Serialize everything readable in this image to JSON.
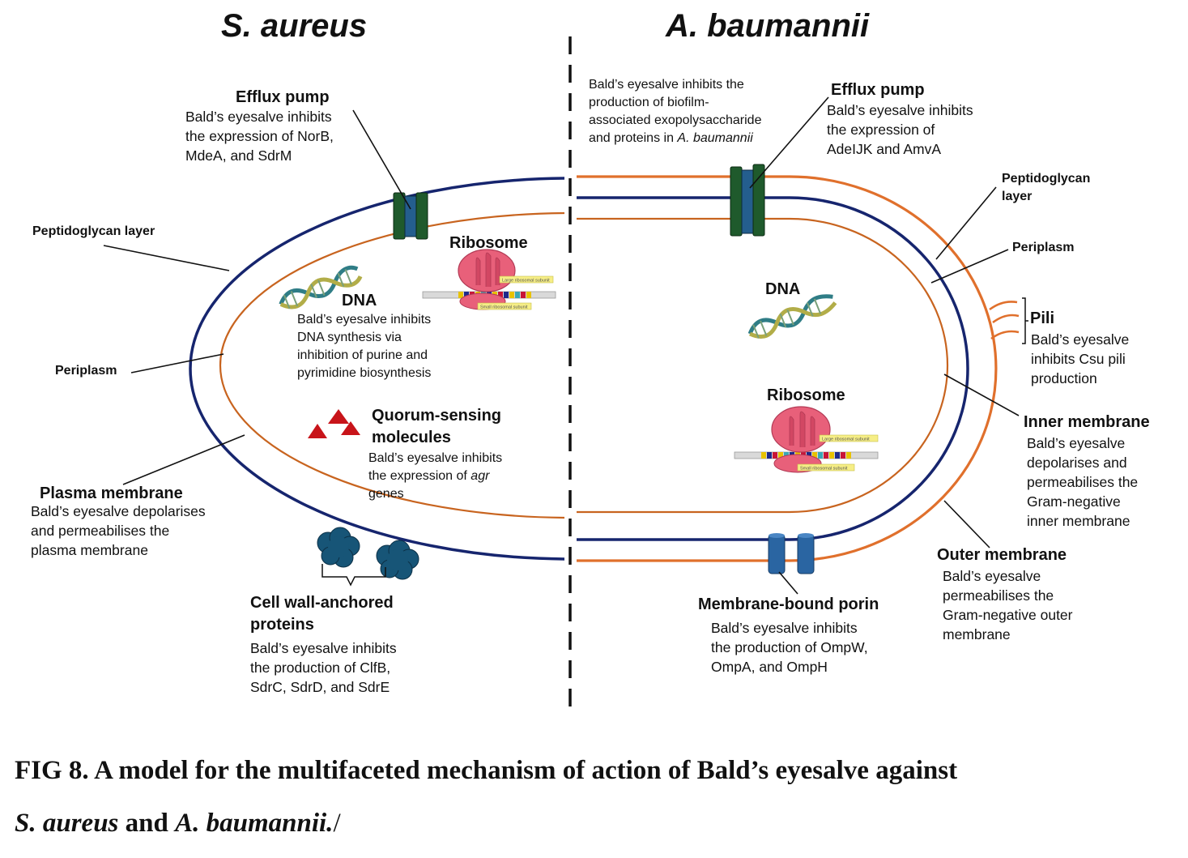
{
  "titles": {
    "left": "S. aureus",
    "right": "A. baumannii"
  },
  "sa": {
    "efflux": {
      "title": "Efflux pump",
      "desc": [
        "Bald’s eyesalve inhibits",
        "the expression of NorB,",
        "MdeA, and SdrM"
      ]
    },
    "ribosome_title": "Ribosome",
    "ribosome_large": "Large ribosomal subunit",
    "ribosome_small": "Small ribosomal subunit",
    "dna": {
      "title": "DNA",
      "desc": [
        "Bald’s eyesalve inhibits",
        "DNA synthesis via",
        "inhibition of purine and",
        "pyrimidine biosynthesis"
      ]
    },
    "quorum": {
      "title": [
        "Quorum-sensing",
        "molecules"
      ],
      "desc_1": "Bald’s eyesalve inhibits",
      "desc_2_pre": "the expression of ",
      "desc_2_em": "agr",
      "desc_3": "genes"
    },
    "peptidoglycan": "Peptidoglycan layer",
    "periplasm": "Periplasm",
    "plasma": {
      "title": "Plasma membrane",
      "desc": [
        "Bald’s eyesalve depolarises",
        "and permeabilises the",
        "plasma membrane"
      ]
    },
    "cwap": {
      "title": [
        "Cell wall-anchored",
        "proteins"
      ],
      "desc": [
        "Bald’s eyesalve inhibits",
        "the production of ClfB,",
        "SdrC, SdrD, and SdrE"
      ]
    }
  },
  "ab": {
    "biofilm": {
      "line1": "Bald’s eyesalve inhibits the",
      "line2": "production of biofilm-",
      "line3": "associated exopolysaccharide",
      "line4_pre": "and proteins in ",
      "line4_em": "A. baumannii"
    },
    "efflux": {
      "title": "Efflux pump",
      "desc": [
        "Bald’s eyesalve inhibits",
        "the expression of",
        "AdeIJK and AmvA"
      ]
    },
    "peptidoglycan": [
      "Peptidoglycan",
      "layer"
    ],
    "periplasm": "Periplasm",
    "dna_title": "DNA",
    "ribosome_title": "Ribosome",
    "ribosome_large": "Large ribosomal subunit",
    "ribosome_small": "Small ribosomal subunit",
    "pili": {
      "title": "Pili",
      "desc": [
        "Bald’s eyesalve",
        "inhibits Csu pili",
        "production"
      ]
    },
    "inner": {
      "title": "Inner membrane",
      "desc": [
        "Bald’s eyesalve",
        "depolarises and",
        "permeabilises the",
        "Gram-negative",
        "inner membrane"
      ]
    },
    "outer": {
      "title": "Outer membrane",
      "desc": [
        "Bald’s eyesalve",
        "permeabilises the",
        "Gram-negative outer",
        "membrane"
      ]
    },
    "porin": {
      "title": "Membrane-bound porin",
      "desc": [
        "Bald’s eyesalve inhibits",
        "the production of OmpW,",
        "OmpA, and OmpH"
      ]
    }
  },
  "caption": {
    "line1": "FIG 8. A model for the multifaceted mechanism of action of Bald’s eyesalve against",
    "l2_a": "S. aureus",
    "l2_b": " and ",
    "l2_c": "A. baumannii.",
    "l2_d": "/"
  },
  "colors": {
    "navy": "#16256e",
    "orange": "#e0702c",
    "brown_orange": "#c8641f",
    "pump_green": "#1f5a2c",
    "pump_blue": "#245e8e",
    "porin_blue": "#2a65a2",
    "ribosome_pink": "#e8607a",
    "qs_red": "#c8141a",
    "wall_protein": "#175577"
  }
}
